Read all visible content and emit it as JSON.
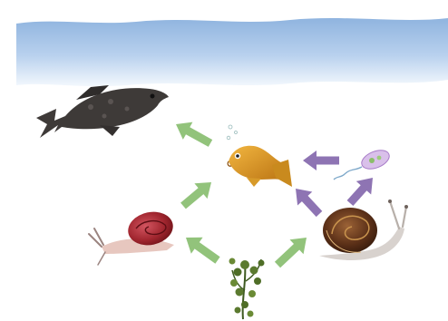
{
  "diagram": {
    "kind": "food-web",
    "organisms": [
      {
        "id": "grouper",
        "icon": "large-fish-icon"
      },
      {
        "id": "goldfish",
        "icon": "small-fish-icon"
      },
      {
        "id": "red-snail",
        "icon": "red-snail-icon"
      },
      {
        "id": "brown-snail",
        "icon": "brown-snail-icon"
      },
      {
        "id": "plankton",
        "icon": "protozoan-icon"
      },
      {
        "id": "waterweed",
        "icon": "aquatic-plant-icon"
      }
    ],
    "arrows": [
      {
        "from": "goldfish",
        "to": "grouper",
        "color": "#92C37B"
      },
      {
        "from": "red-snail",
        "to": "goldfish",
        "color": "#92C37B"
      },
      {
        "from": "waterweed",
        "to": "red-snail",
        "color": "#92C37B"
      },
      {
        "from": "waterweed",
        "to": "brown-snail",
        "color": "#92C37B"
      },
      {
        "from": "brown-snail",
        "to": "goldfish",
        "color": "#8E74B3"
      },
      {
        "from": "plankton",
        "to": "goldfish",
        "color": "#8E74B3"
      },
      {
        "from": "brown-snail",
        "to": "plankton",
        "color": "#8E74B3"
      }
    ],
    "colors": {
      "water_top": "#8FB4DF",
      "water_bottom": "#F3F8FD",
      "arrow_green": "#92C37B",
      "arrow_purple": "#8E74B3"
    }
  }
}
